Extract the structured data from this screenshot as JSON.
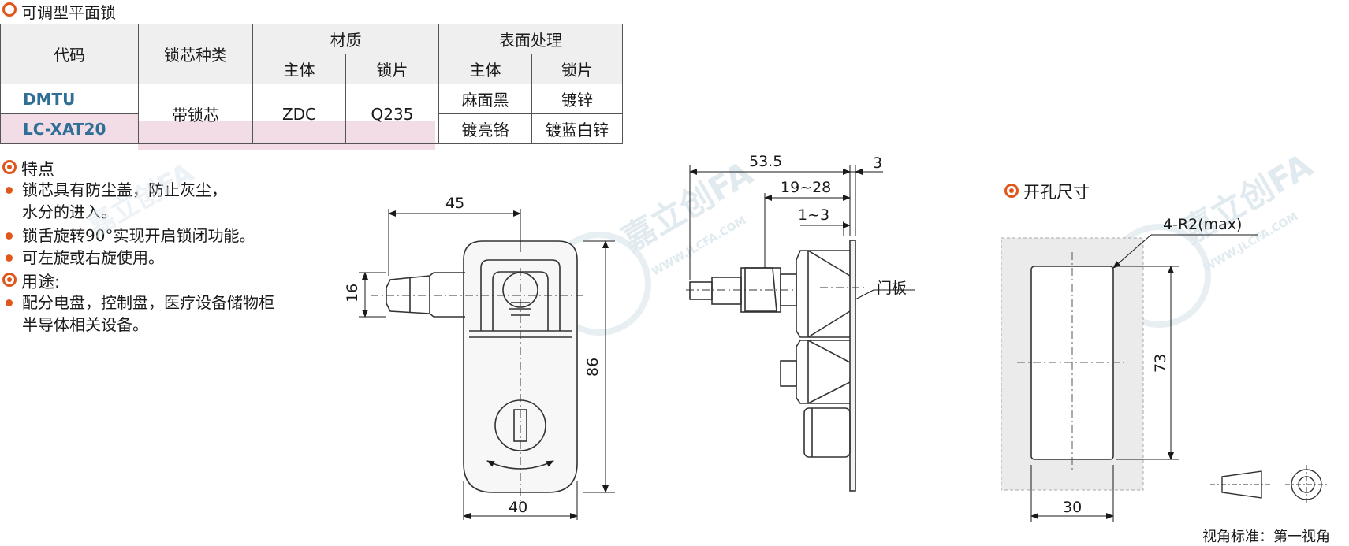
{
  "title": "可调型平面锁",
  "table": {
    "headers": {
      "code": "代码",
      "core_type": "锁芯种类",
      "material": "材质",
      "surface": "表面处理",
      "body": "主体",
      "plate": "锁片"
    },
    "code_lines": [
      "DMTU",
      "LC-XAT20"
    ],
    "core_type_value": "带锁芯",
    "material_body": "ZDC",
    "material_plate": "Q235",
    "surface_rows": [
      {
        "body": "麻面黑",
        "plate": "镀锌"
      },
      {
        "body": "镀亮铬",
        "plate": "镀蓝白锌"
      }
    ]
  },
  "features": {
    "title": "特点",
    "items": [
      "锁芯具有防尘盖，防止灰尘，",
      "水分的进入。",
      "锁舌旋转90°实现开启锁闭功能。",
      "可左旋或右旋使用。"
    ]
  },
  "usage": {
    "title": "用途:",
    "items": [
      "配分电盘，控制盘，医疗设备储物柜",
      "半导体相关设备。"
    ]
  },
  "front_view": {
    "dim_width_top": "45",
    "dim_width_bottom": "40",
    "dim_height": "86",
    "dim_tongue": "16"
  },
  "side_view": {
    "dim_total": "53.5",
    "dim_plate": "3",
    "dim_adjust": "19~28",
    "dim_step": "1~3",
    "label_door": "门板"
  },
  "cutout": {
    "title": "开孔尺寸",
    "radius": "4-R2(max)",
    "height": "73",
    "width": "30"
  },
  "projection_note": "视角标准：第一视角",
  "watermark": {
    "brand": "嘉立创FA",
    "url": "WWW.JLCFA.COM"
  },
  "colors": {
    "accent": "#e0561b",
    "code_blue": "#2f6f96",
    "row_pink": "#f2dce6"
  }
}
